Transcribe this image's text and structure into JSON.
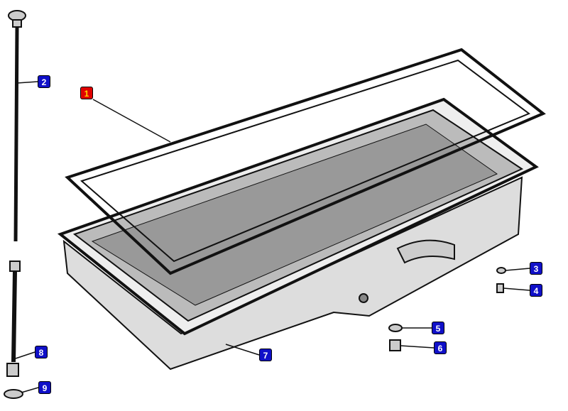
{
  "callouts": [
    {
      "label": "1",
      "part": "gasket",
      "highlighted": true
    },
    {
      "label": "2",
      "part": "dipstick"
    },
    {
      "label": "3",
      "part": "washer"
    },
    {
      "label": "4",
      "part": "bolt"
    },
    {
      "label": "5",
      "part": "drain-plug-washer"
    },
    {
      "label": "6",
      "part": "drain-plug"
    },
    {
      "label": "7",
      "part": "oil-pan"
    },
    {
      "label": "8",
      "part": "dipstick-tube"
    },
    {
      "label": "9",
      "part": "tube-washer"
    }
  ],
  "colors": {
    "callout": "#1010c8",
    "highlight": "#e00000",
    "highlight_text": "#ffd700"
  }
}
